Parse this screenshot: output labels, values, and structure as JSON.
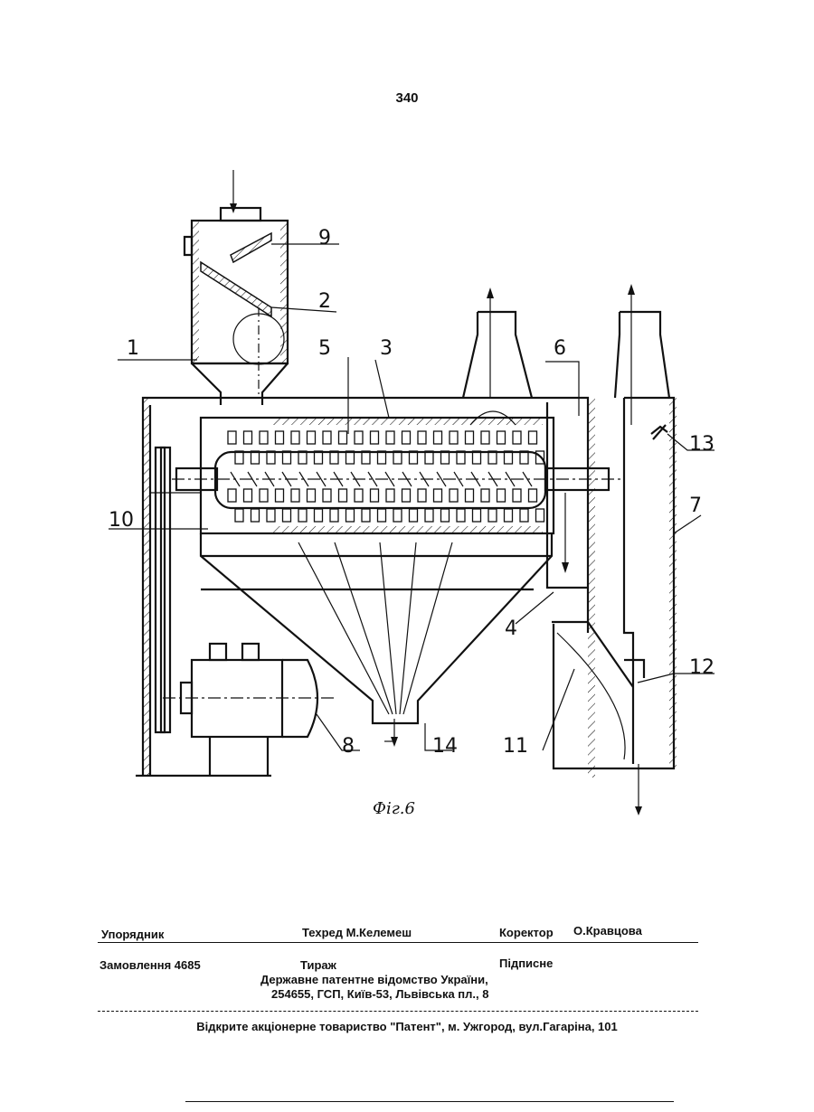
{
  "page_number": "340",
  "figure": {
    "caption": "Фіг.6",
    "labels": [
      "1",
      "2",
      "3",
      "4",
      "5",
      "6",
      "7",
      "8",
      "9",
      "10",
      "11",
      "12",
      "13",
      "14"
    ]
  },
  "imprint": {
    "compiler_label": "Упорядник",
    "techred": "Техред М.Келемеш",
    "proofreader_label": "Коректор",
    "proofreader_name": "О.Кравцова",
    "order": "Замовлення  4685",
    "circulation": "Тираж",
    "subscription": "Підписне",
    "office": "Державне  патентне  відомство  України,",
    "address": "254655, ГСП, Київ-53, Львівська пл., 8",
    "publisher": "Відкрите акціонерне товариство \"Патент\", м. Ужгород, вул.Гагаріна, 101"
  }
}
